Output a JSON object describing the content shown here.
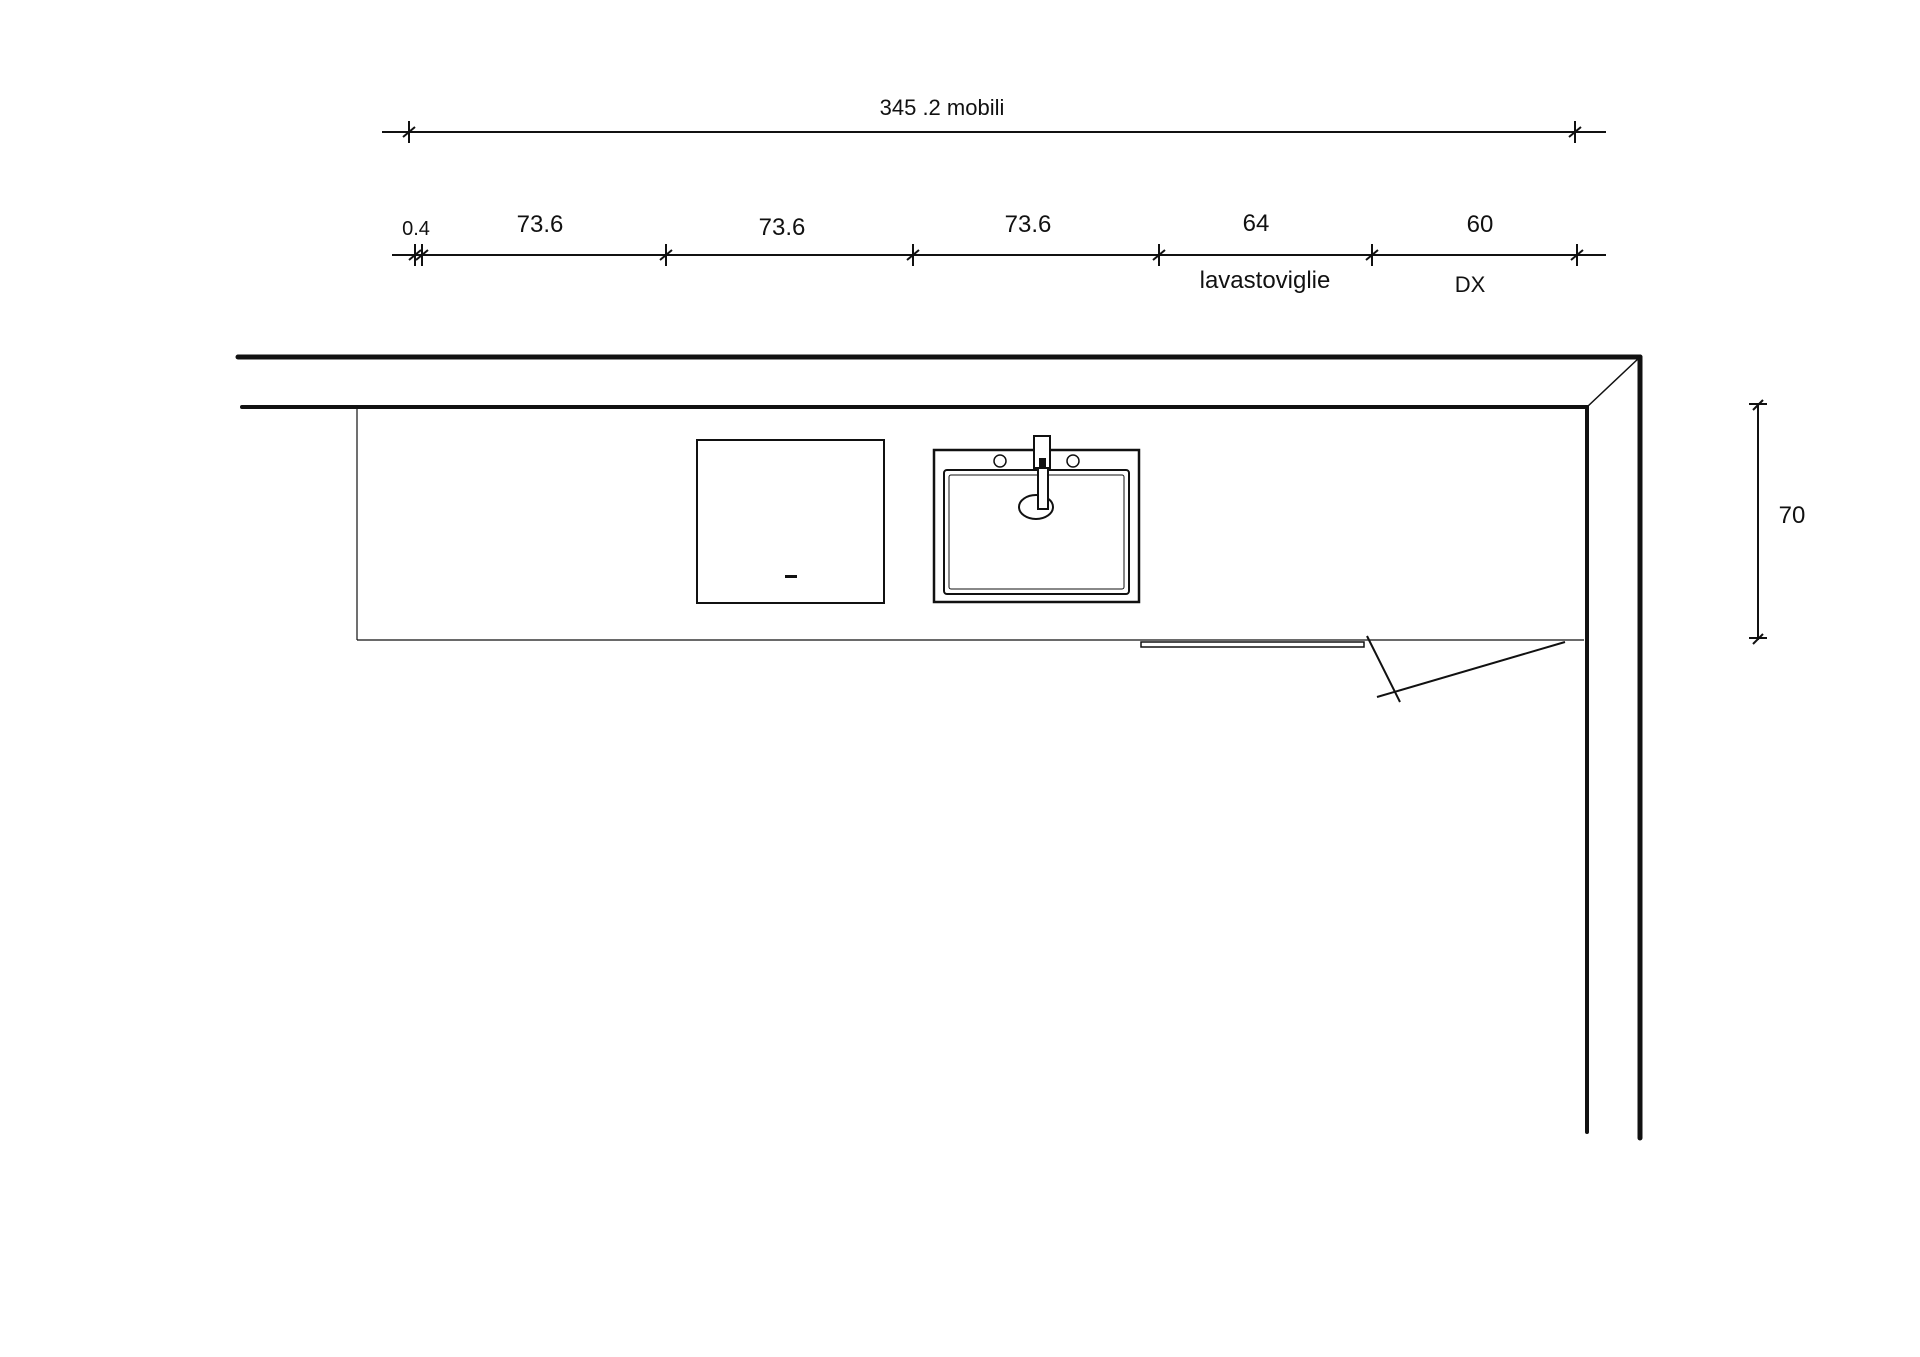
{
  "drawing": {
    "overall_dimension": "345 .2 mobili",
    "segments": [
      {
        "value": "0.4",
        "sub_label": ""
      },
      {
        "value": "73.6",
        "sub_label": ""
      },
      {
        "value": "73.6",
        "sub_label": ""
      },
      {
        "value": "73.6",
        "sub_label": ""
      },
      {
        "value": "64",
        "sub_label": "lavastoviglie"
      },
      {
        "value": "60",
        "sub_label": "DX"
      }
    ],
    "depth_dimension": "70"
  },
  "colors": {
    "ink": "#111111",
    "background": "#ffffff"
  },
  "symbols": [
    "cooktop-icon",
    "sink-icon",
    "faucet-icon",
    "door-swing-icon"
  ]
}
